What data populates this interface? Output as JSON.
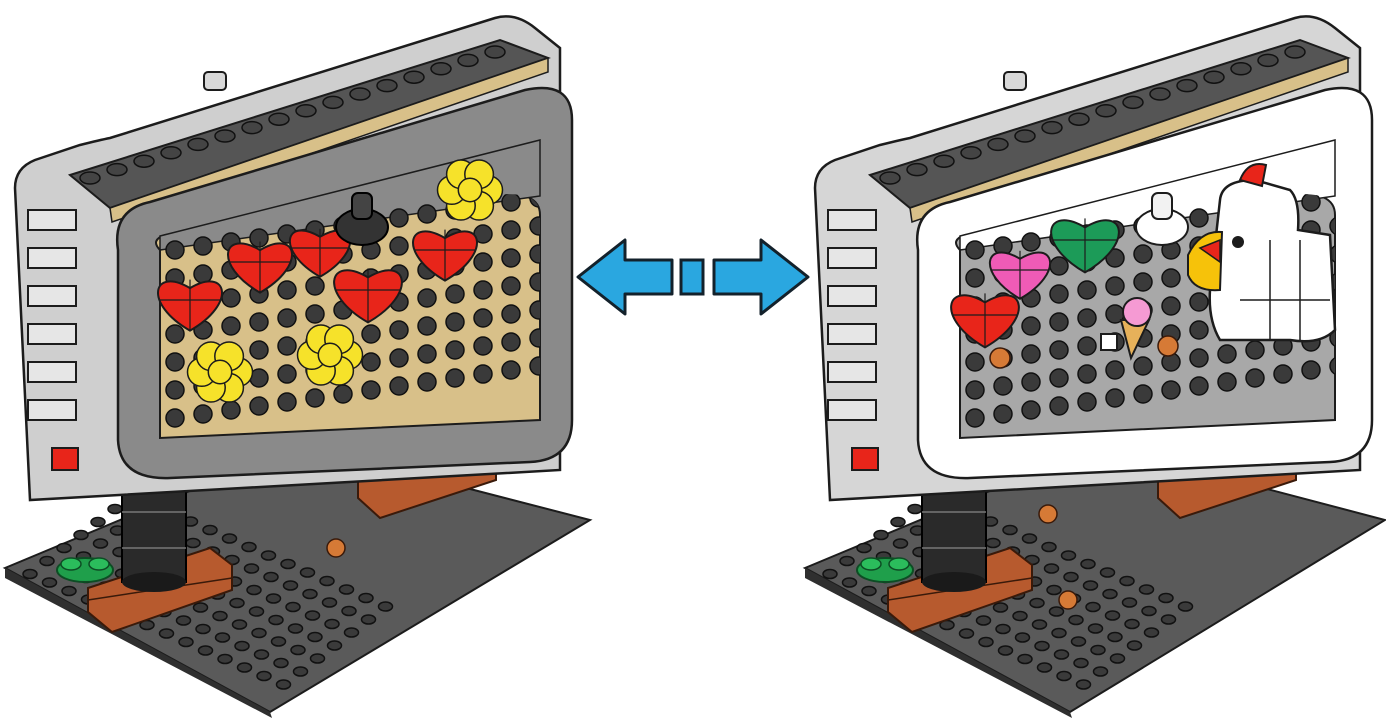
{
  "scene": {
    "left_model": {
      "message": [
        "heart",
        "heart",
        "heart",
        "heart"
      ],
      "panel_color": "#d8c089",
      "frame_color": "#8a8a8a",
      "heart_color": "#e8251a",
      "flower_color": "#f6e22a",
      "stud_color": "#e3d2a3"
    },
    "right_model": {
      "message": [
        "heart",
        "heart",
        "heart"
      ],
      "panel_color": "#a8a8a8",
      "frame_color": "#ffffff",
      "heart_colors": [
        "#e8251a",
        "#ef5bb6",
        "#1c9b58"
      ],
      "decorations": [
        "ice-cream",
        "chicken",
        "bell"
      ]
    },
    "arrow": {
      "color": "#2aa7e0",
      "direction": "both"
    },
    "baseplate_color": "#4b4b4b",
    "plant_color": "#1f9f4b",
    "brick_color": "#b75a2e"
  }
}
